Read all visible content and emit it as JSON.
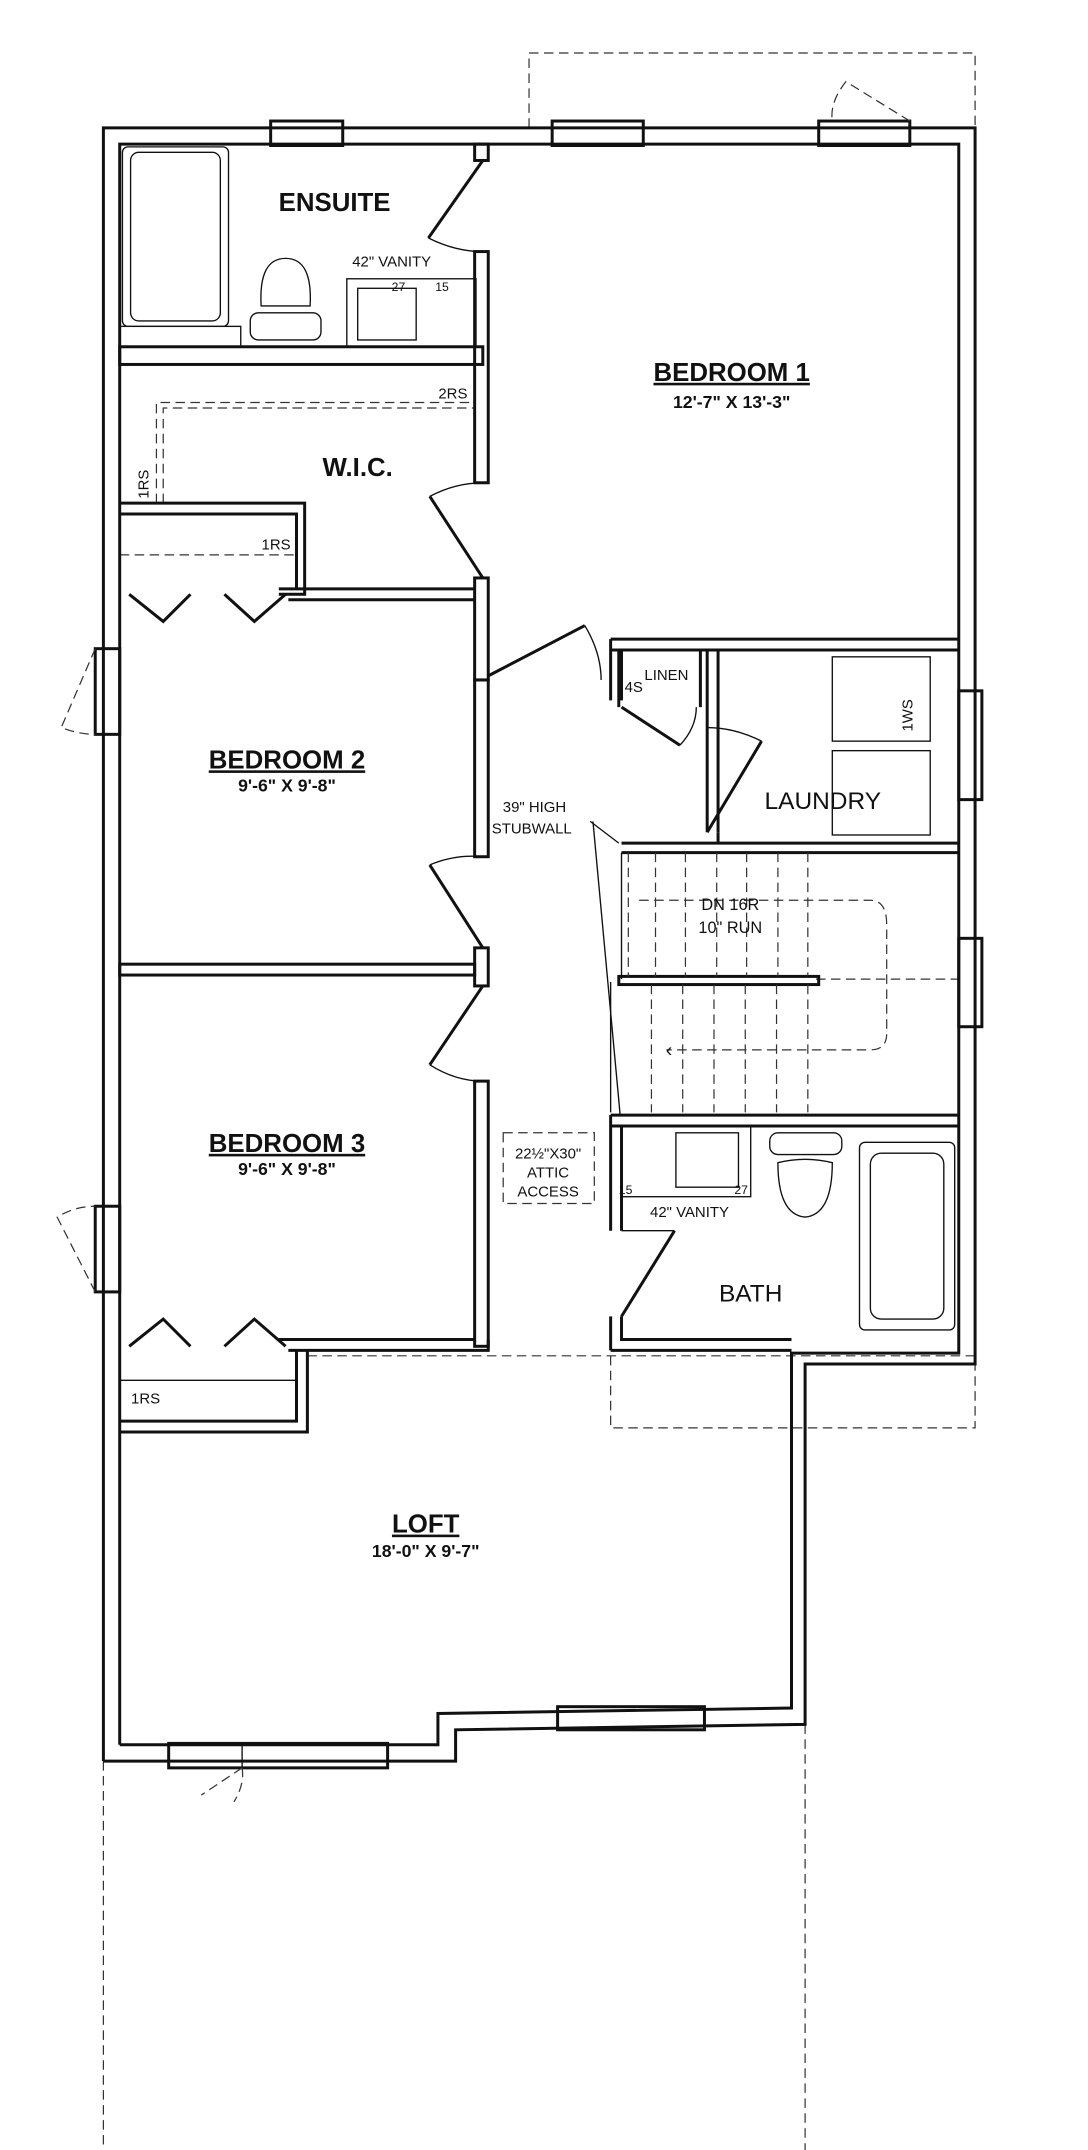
{
  "rooms": {
    "ensuite": {
      "name": "ENSUITE",
      "vanity": "42\" VANITY",
      "dim_a": "27",
      "dim_b": "15"
    },
    "bedroom1": {
      "name": "BEDROOM 1",
      "size": "12'-7\" X 13'-3\""
    },
    "wic": {
      "name": "W.I.C.",
      "shelf_top": "2RS",
      "shelf_side": "1RS"
    },
    "bedroom2": {
      "name": "BEDROOM 2",
      "size": "9'-6\" X 9'-8\"",
      "closet": "1RS"
    },
    "bedroom3": {
      "name": "BEDROOM 3",
      "size": "9'-6\" X 9'-8\"",
      "closet": "1RS"
    },
    "linen": {
      "name": "LINEN",
      "shelves": "4S"
    },
    "laundry": {
      "name": "LAUNDRY",
      "shelf": "1WS"
    },
    "stairs": {
      "line1": "DN 16R",
      "line2": "10\" RUN"
    },
    "stubwall": {
      "line1": "39\" HIGH",
      "line2": "STUBWALL"
    },
    "attic": {
      "line1": "22½\"X30\"",
      "line2": "ATTIC",
      "line3": "ACCESS"
    },
    "bath": {
      "name": "BATH",
      "vanity": "42\" VANITY",
      "dim_a": "15",
      "dim_b": "27"
    },
    "loft": {
      "name": "LOFT",
      "size": "18'-0\" X 9'-7\""
    }
  }
}
